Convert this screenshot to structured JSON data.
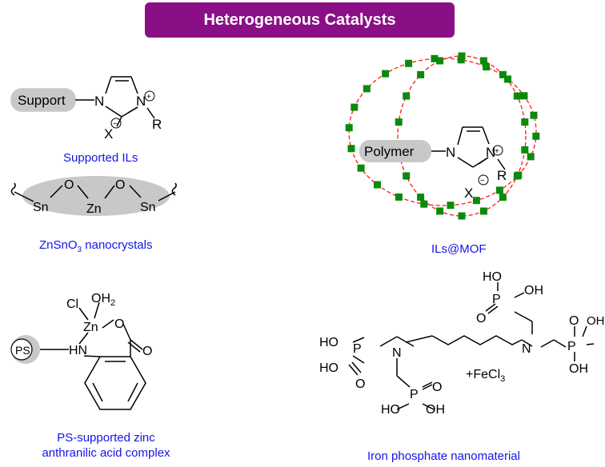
{
  "title": "Heterogeneous Catalysts",
  "colors": {
    "banner": "#8a0f86",
    "caption": "#1414e8",
    "grey_fill": "#c8c8c8",
    "mof_ring": "#ff1a1a",
    "mof_node": "#0b8a0b"
  },
  "supported_ils": {
    "support_label": "Support",
    "n1": "N",
    "n3": "N",
    "plus": "+",
    "minus": "−",
    "r": "R",
    "x": "X",
    "caption": "Supported ILs"
  },
  "znsno3": {
    "sn_left": "Sn",
    "o_left": "O",
    "zn": "Zn",
    "o_right": "O",
    "sn_right": "Sn",
    "caption_pre": "ZnSnO",
    "caption_sub": "3",
    "caption_post": " nanocrystals"
  },
  "ils_mof": {
    "polymer_label": "Polymer",
    "n1": "N",
    "n3": "N",
    "plus": "+",
    "minus": "−",
    "r": "R",
    "x": "X",
    "caption": "ILs@MOF"
  },
  "ps_zinc": {
    "ps_label": "PS",
    "hn": "HN",
    "zn": "Zn",
    "cl": "Cl",
    "oh2": "OH",
    "oh2_sub": "2",
    "o_ring": "O",
    "o_carbonyl": "O",
    "caption_line1": "PS-supported zinc",
    "caption_line2": "anthranilic acid complex"
  },
  "iron_phosphate": {
    "n_left": "N",
    "n_right": "N",
    "p": "P",
    "o": "O",
    "ho": "HO",
    "oh": "OH",
    "fecl_pre": "+FeCl",
    "fecl_sub": "3",
    "caption": "Iron phosphate nanomaterial"
  }
}
